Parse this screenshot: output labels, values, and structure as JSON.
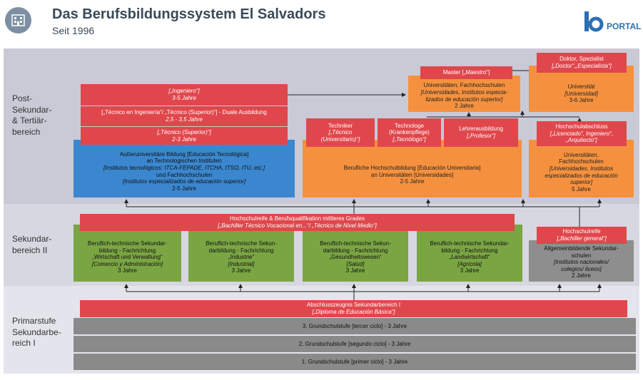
{
  "header": {
    "title": "Das Berufsbildungssystem El Salvadors",
    "subtitle": "Seit 1996",
    "logo_text": "PORTAL",
    "icon": "school-building-icon"
  },
  "levels": {
    "post": "Post-\nSekundar-\n& Tertiär-\nbereich",
    "sek2": "Sekundar-\nbereich II",
    "prim": "Primarstufe\nSekundarbe-\nreich I"
  },
  "tertiary": {
    "ingeniero": {
      "l1": "[„Ingeniero“]",
      "l2": "3-5 Jahre"
    },
    "tec_ing": {
      "l1": "[„Técnico en Ingeniería“/ „Técnico (Superior)“] - Duale Ausbildung",
      "l2": "2,5 - 3,5 Jahre"
    },
    "tec_sup": {
      "l1": "[„Técnico (Superior)“]",
      "l2": "2-3 Jahre"
    },
    "ausseruni": {
      "l1": "Außeruniversitäre Bildung [Educación Tecnológica]",
      "l2": "an Technologischen Instituten",
      "l3": "[Institutos tecnológicos: ITCA-FEPADE, ITCHA, ITSO, ITU, etc.]",
      "l4": "und Fachhochschulen",
      "l5": "[Institutos especializados de educación superior]",
      "l6": "2-5 Jahre"
    },
    "techniker": {
      "l1": "Techniker",
      "l2": "[„Técnico",
      "l3": "(Universitario)“]"
    },
    "technologe": {
      "l1": "Technologe",
      "l2": "(Krankenpflege)",
      "l3": "[„Tecnólogo“]"
    },
    "lehrer": {
      "l1": "Lehrerausbildung",
      "l2": "[„Profesor“]"
    },
    "berufl_hs": {
      "l1": "Berufliche Hochschulbildung [Educación Universitaria]",
      "l2": "an Universitäten [Universidades]",
      "l3": "2-5 Jahre"
    },
    "master_title": {
      "l1": "Master [„Maestro“]"
    },
    "master_body": {
      "l1": "Universitäten, Fachhochschulen",
      "l2": "[Universidades, Institutos especia-",
      "l3": "lizados de educación superior]",
      "l4": "2 Jahre"
    },
    "doktor_title": {
      "l1": "Doktor, Spezialist",
      "l2": "[„Doctor“,„Especialista“]"
    },
    "doktor_body": {
      "l1": "Universität",
      "l2": "[Universidad]",
      "l3": "3-6 Jahre"
    },
    "hsabschluss_title": {
      "l1": "Hochschulabschluss",
      "l2": "[„Licenciado“, Ingeniero“,",
      "l3": "„Arquitecto“]"
    },
    "hsabschluss_body": {
      "l1": "Universitäten,",
      "l2": "Fachhochschulen",
      "l3": "[Universidades, Institutos",
      "l4": "especializados de educación",
      "l5": "superior]",
      "l6": "5 Jahre"
    }
  },
  "secondary": {
    "bar": {
      "l1": "Hochschulreife & Berufsqualifikation mittleres Grades",
      "l2": "[„Bachiller Técnico Vocacional en...“/ „Técnico de Nivel Medio“]"
    },
    "wirtschaft": {
      "l1": "Beruflich-technische Sekundar-",
      "l2": "bildung - Fachrichtung",
      "l3": "„Wirtschaft und Verwaltung“",
      "l4": "[Comercio y Administración]",
      "l5": "3 Jahre"
    },
    "industrie": {
      "l1": "Beruflich-technische Sekun-",
      "l2": "darbildung - Fachrichtung",
      "l3": "„Industrie“",
      "l4": "[Industrial]",
      "l5": "3 Jahre"
    },
    "gesundheit": {
      "l1": "Beruflich-technische Sekun-",
      "l2": "darbildung - Fachrichtung",
      "l3": "„Gesundheitswesen“",
      "l4": "[Salud]",
      "l5": "3 Jahre"
    },
    "landwirtschaft": {
      "l1": "Beruflich-technische Sekundar-",
      "l2": "bildung - Fachrichtung",
      "l3": "„Landwirtschaft“",
      "l4": "[Agrícola]",
      "l5": "3 Jahre"
    },
    "hsreife_title": {
      "l1": "Hochschulreife",
      "l2": "[„Bachiller general“]"
    },
    "allgemein": {
      "l1": "Allgemeinbildende Sekundar-",
      "l2": "schulen",
      "l3": "[Institutos nacionales/",
      "l4": "colegios/ liceos]",
      "l5": "2 Jahre"
    }
  },
  "primary": {
    "abschluss": {
      "l1": "Abschlusszeugnis Sekundarbereich I",
      "l2": "[„Diploma de Educación Básica“]"
    },
    "stufe3": "3. Grundschulstufe [tercer ciclo] - 3 Jahre",
    "stufe2": "2. Grundschulstufe [segundo ciclo] - 3 Jahre",
    "stufe1": "1. Grundschulstufe [primer ciclo] - 3 Jahre"
  },
  "colors": {
    "red": "#e0474c",
    "orange": "#f5913e",
    "blue": "#3b87cf",
    "green": "#7aa543",
    "grey": "#8e8e8e",
    "band_top": "#c9cad6",
    "band_mid": "#d6d7e0",
    "band_bottom": "#e4e5ec"
  }
}
